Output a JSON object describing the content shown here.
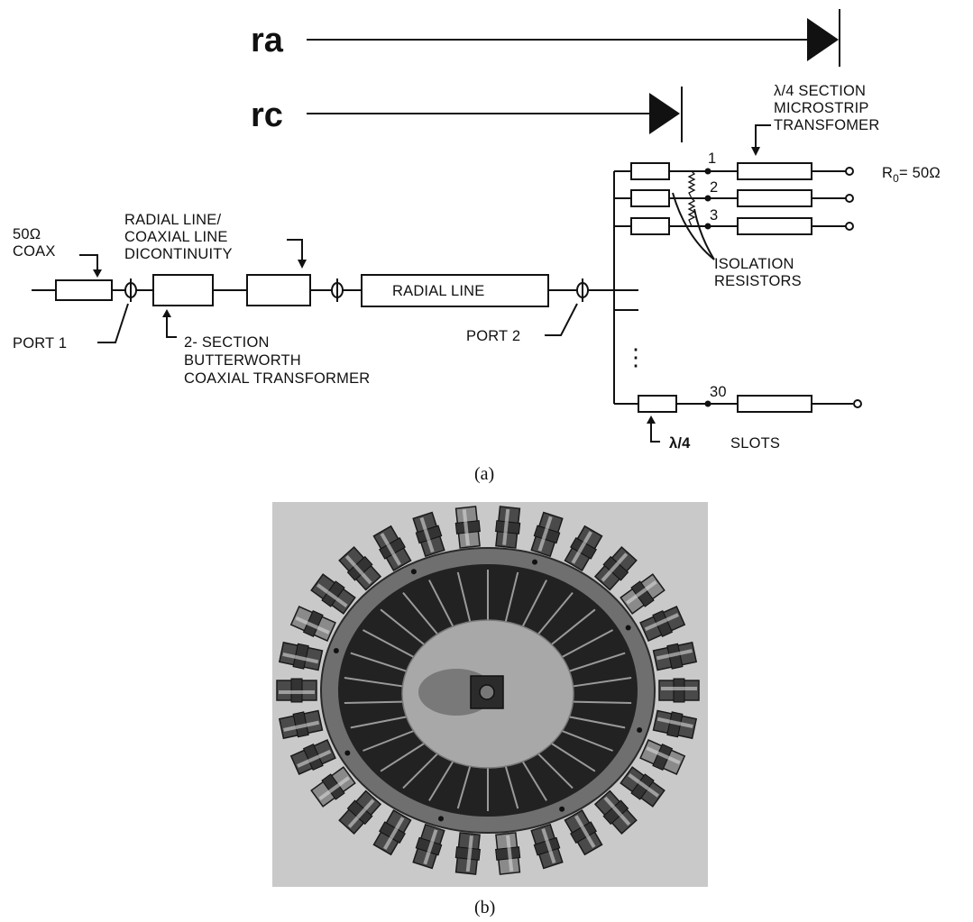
{
  "part_a": {
    "caption": "(a)",
    "arrow_ra": "ra",
    "arrow_rc": "rc",
    "coax": [
      "50Ω",
      "COAX"
    ],
    "discontinuity": [
      "RADIAL LINE/",
      "COAXIAL LINE",
      "DICONTINUITY"
    ],
    "port1": "PORT 1",
    "transformer": [
      "2- SECTION",
      "BUTTERWORTH",
      "COAXIAL TRANSFORMER"
    ],
    "radial_line": "RADIAL LINE",
    "port2": "PORT 2",
    "quarter_wave_label": [
      "λ/4 SECTION",
      "MICROSTRIP",
      "TRANSFOMER"
    ],
    "r0_label": "R",
    "r0_sub": "0",
    "r0_value": "= 50Ω",
    "branch_numbers": [
      "1",
      "2",
      "3",
      "30"
    ],
    "ellipsis": "⋮",
    "isolation": [
      "ISOLATION",
      "RESISTORS"
    ],
    "lambda4": "λ/4",
    "slots": "SLOTS"
  },
  "part_b": {
    "caption": "(b)",
    "connector_count": 30,
    "colors": {
      "photo_bg": "#c9c9c9",
      "ring_metal": "#6f6f6f",
      "plate": "#9e9e9e",
      "slot_area": "#1a1a1a",
      "connector": "#4a4a4a"
    }
  }
}
